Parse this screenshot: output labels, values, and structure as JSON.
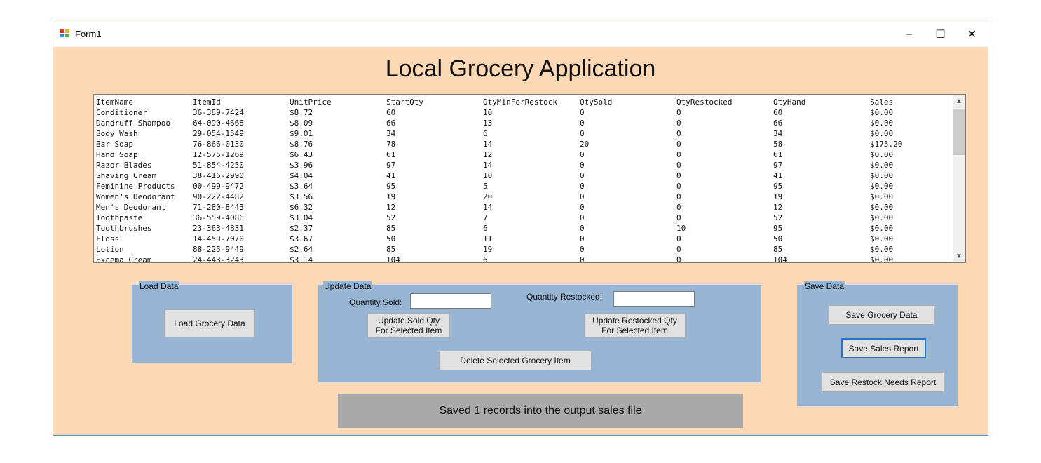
{
  "window": {
    "title": "Form1",
    "controls": {
      "minimize": "–",
      "maximize": "☐",
      "close": "✕"
    }
  },
  "heading": "Local Grocery Application",
  "grocery_list": {
    "columns": [
      "ItemName",
      "ItemId",
      "UnitPrice",
      "StartQty",
      "QtyMinForRestock",
      "QtySold",
      "QtyRestocked",
      "QtyHand",
      "Sales"
    ],
    "rows": [
      [
        "Conditioner",
        "36-389-7424",
        "$8.72",
        "60",
        "10",
        "0",
        "0",
        "60",
        "$0.00"
      ],
      [
        "Dandruff Shampoo",
        "64-090-4668",
        "$8.09",
        "66",
        "13",
        "0",
        "0",
        "66",
        "$0.00"
      ],
      [
        "Body Wash",
        "29-054-1549",
        "$9.01",
        "34",
        "6",
        "0",
        "0",
        "34",
        "$0.00"
      ],
      [
        "Bar Soap",
        "76-866-0130",
        "$8.76",
        "78",
        "14",
        "20",
        "0",
        "58",
        "$175.20"
      ],
      [
        "Hand Soap",
        "12-575-1269",
        "$6.43",
        "61",
        "12",
        "0",
        "0",
        "61",
        "$0.00"
      ],
      [
        "Razor Blades",
        "51-854-4250",
        "$3.96",
        "97",
        "14",
        "0",
        "0",
        "97",
        "$0.00"
      ],
      [
        "Shaving Cream",
        "38-416-2990",
        "$4.04",
        "41",
        "10",
        "0",
        "0",
        "41",
        "$0.00"
      ],
      [
        "Feminine Products",
        "00-499-9472",
        "$3.64",
        "95",
        "5",
        "0",
        "0",
        "95",
        "$0.00"
      ],
      [
        "Women's Deodorant",
        "90-222-4482",
        "$3.56",
        "19",
        "20",
        "0",
        "0",
        "19",
        "$0.00"
      ],
      [
        "Men's Deodorant",
        "71-280-8443",
        "$6.32",
        "12",
        "14",
        "0",
        "0",
        "12",
        "$0.00"
      ],
      [
        "Toothpaste",
        "36-559-4086",
        "$3.04",
        "52",
        "7",
        "0",
        "0",
        "52",
        "$0.00"
      ],
      [
        "Toothbrushes",
        "23-363-4831",
        "$2.37",
        "85",
        "6",
        "0",
        "10",
        "95",
        "$0.00"
      ],
      [
        "Floss",
        "14-459-7070",
        "$3.67",
        "50",
        "11",
        "0",
        "0",
        "50",
        "$0.00"
      ],
      [
        "Lotion",
        "88-225-9449",
        "$2.64",
        "85",
        "19",
        "0",
        "0",
        "85",
        "$0.00"
      ],
      [
        "Excema Cream",
        "24-443-3243",
        "$3.14",
        "104",
        "6",
        "0",
        "0",
        "104",
        "$0.00"
      ]
    ]
  },
  "load_group": {
    "caption": "Load Data",
    "load_button": "Load Grocery Data"
  },
  "update_group": {
    "caption": "Update Data",
    "qty_sold_label": "Quantity Sold:",
    "qty_sold_value": "",
    "qty_restocked_label": "Quantity Restocked:",
    "qty_restocked_value": "",
    "update_sold_line1": "Update Sold Qty",
    "update_sold_line2": "For Selected Item",
    "update_restocked_line1": "Update Restocked Qty",
    "update_restocked_line2": "For Selected Item",
    "delete_button": "Delete Selected Grocery Item"
  },
  "save_group": {
    "caption": "Save Data",
    "save_grocery_button": "Save Grocery Data",
    "save_sales_button": "Save Sales Report",
    "save_restock_button": "Save Restock Needs Report"
  },
  "status_message": "Saved 1 records into the output sales file",
  "colors": {
    "form_background": "#fdd8b5",
    "group_background": "#98b5d3",
    "button_face": "#e1e1e1",
    "status_background": "#a9a9a9",
    "focus_border": "#2a74c8"
  }
}
